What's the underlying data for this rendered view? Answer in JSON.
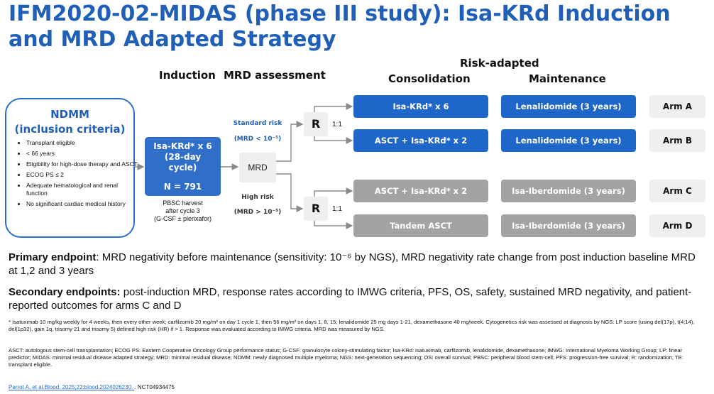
{
  "title": "IFM2020-02-MIDAS (phase III study): Isa-KRd Induction and MRD Adapted Strategy",
  "headers": {
    "induction": "Induction",
    "mrd_assessment": "MRD assessment",
    "risk_adapted": "Risk-adapted",
    "consolidation": "Consolidation",
    "maintenance": "Maintenance"
  },
  "ndmm": {
    "title_line1": "NDMM",
    "title_line2": "(inclusion criteria)",
    "criteria": [
      "Transplant eligible",
      "< 66 years",
      "Eligibility for high-dose therapy and ASCT",
      "ECOG PS ≤ 2",
      "Adequate hematological and renal function",
      "No significant cardiac medical history"
    ]
  },
  "induction_box": {
    "line1": "Isa-KRd* x 6",
    "line2": "(28-day",
    "line3": "cycle)",
    "n": "N = 791"
  },
  "pbsc": {
    "line1": "PBSC harvest",
    "line2": "after cycle 3",
    "line3": "(G-CSF ± plerixafor)"
  },
  "mrd_box": "MRD",
  "standard_risk": {
    "label": "Standard risk",
    "criterion": "(MRD < 10⁻⁵)"
  },
  "high_risk": {
    "label": "High risk",
    "criterion": "(MRD > 10⁻⁵)"
  },
  "randomization": {
    "symbol": "R",
    "ratio": "1:1"
  },
  "arms": [
    {
      "consolidation": "Isa-KRd* x 6",
      "maintenance": "Lenalidomide (3 years)",
      "arm": "Arm A",
      "color": "#1f66c9"
    },
    {
      "consolidation": "ASCT + Isa-KRd* x 2",
      "maintenance": "Lenalidomide (3 years)",
      "arm": "Arm B",
      "color": "#1f66c9"
    },
    {
      "consolidation": "ASCT + Isa-KRd* x 2",
      "maintenance": "Isa-Iberdomide (3 years)",
      "arm": "Arm C",
      "color": "#a3a3a3"
    },
    {
      "consolidation": "Tandem ASCT",
      "maintenance": "Isa-Iberdomide (3 years)",
      "arm": "Arm D",
      "color": "#a3a3a3"
    }
  ],
  "primary_endpoint": {
    "label": "Primary endpoint",
    "text": ": MRD negativity before maintenance (sensitivity: 10⁻⁶ by NGS), MRD negativity rate change from post induction baseline MRD at 1,2 and 3 years"
  },
  "secondary_endpoints": {
    "label": "Secondary endpoints:",
    "text": " post-induction MRD, response rates according to IMWG criteria, PFS, OS, safety, sustained MRD negativity, and patient-reported outcomes for arms C and D"
  },
  "footnote1": "* Isatuximab 10 mg/kg weekly for 4 weeks, then every other week; carfilzomib 20 mg/m² on day 1 cycle 1, then 56 mg/m² on days 1, 8, 15; lenalidomide 25 mg days 1-21, dexamethasone 40 mg/week. Cytogenetics risk was assessed at diagnosis by NGS: LP score (using del(17p), t(4;14), del(1p32), gain 1q, trisomy 21 and trisomy 5) defined high risk (HR) if > 1. Response was evaluated according to IMWG criteria. MRD was measured by NGS.",
  "footnote2": "ASCT: autologous stem-cell transplantation; ECOG PS: Eastern Cooperative Oncology Group performance status; G-CSF: granulocyte colony-stimulating factor; Isa-KRd: isatuximab, carfilzomib, lenalidomide, dexamethasone; IMWG: International Myeloma Working Group; LP: linear predictor; MIDAS: minimal residual disease adapted strategy; MRD: minimal residual disease; NDMM: newly diagnosed multiple myeloma; NGS: next-generation sequencing; OS: overall survival; PBSC: peripheral blood stem-cell; PFS: progression-free survival; R: randomization; TE: transplant eligible.",
  "reference": {
    "link": "Perrot A, et al.Blood. 2025;22:blood.2024026230. ",
    "trial": ". NCT04934475"
  }
}
